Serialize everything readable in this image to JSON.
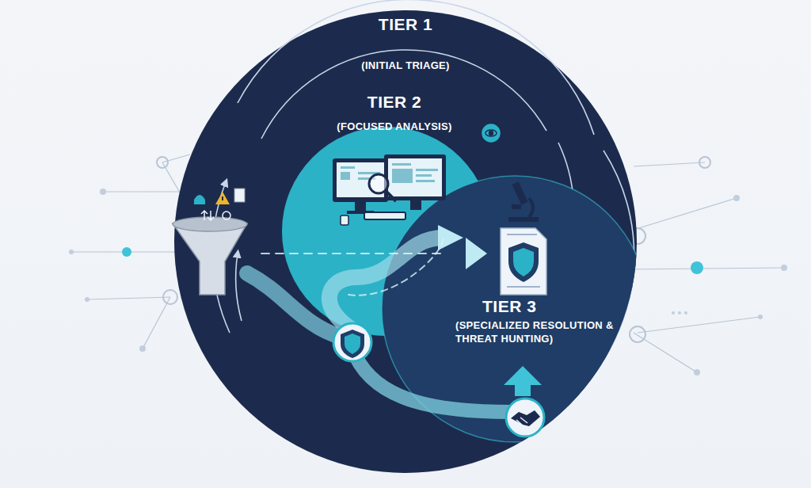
{
  "diagram": {
    "nodes": [
      {
        "text": [
          "TIER 1",
          "(INITIAL TRIAGE)"
        ]
      },
      {
        "text": [
          "TIER 2",
          "(FOCUSED ANALYSIS)"
        ],
        "in": 0
      },
      {
        "text": [
          "TIER 3",
          "(SPECIALIZED RESOLUTION & THREAT HUNTING)"
        ],
        "in": 0
      }
    ]
  }
}
